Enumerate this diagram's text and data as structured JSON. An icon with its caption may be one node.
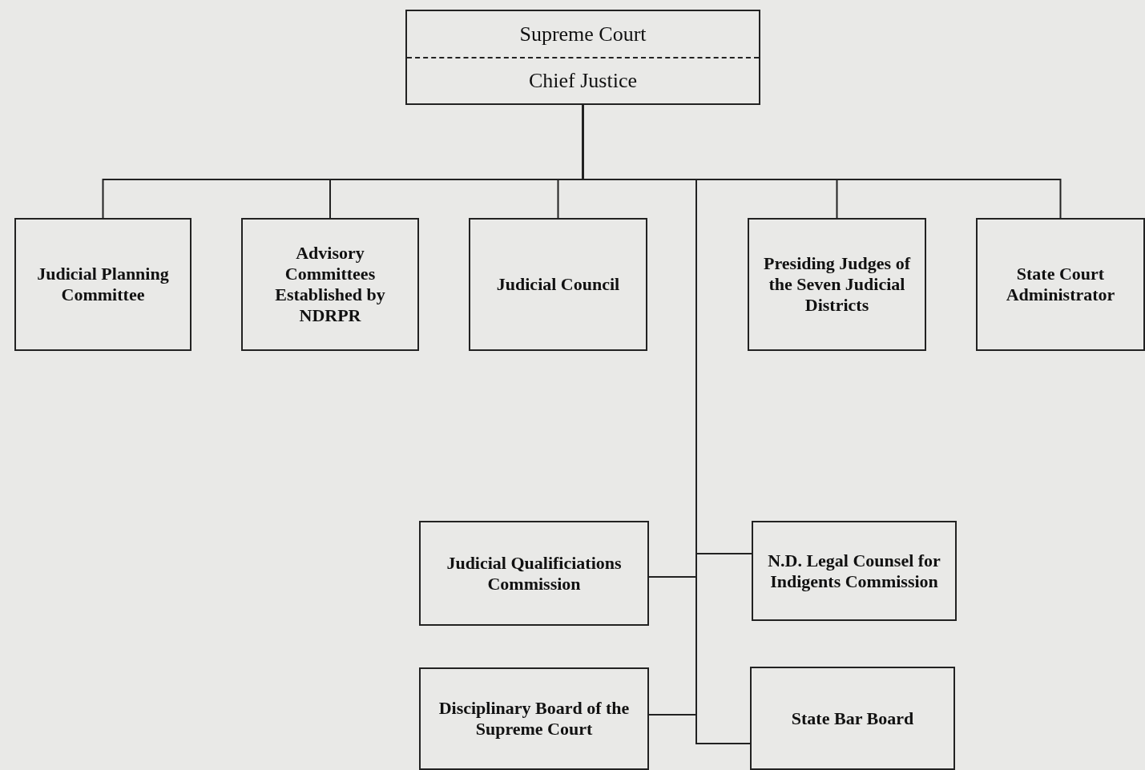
{
  "diagram": {
    "nodes": [
      {
        "text": [
          "Supreme Court",
          "Chief Justice"
        ]
      },
      {
        "text": [
          "Judicial Planning Committee"
        ]
      },
      {
        "text": [
          "Advisory Committees Established by NDRPR"
        ]
      },
      {
        "text": [
          "Judicial Council"
        ]
      },
      {
        "text": [
          "Presiding Judges of the Seven Judicial Districts"
        ]
      },
      {
        "text": [
          "State Court Administrator"
        ]
      },
      {
        "text": [
          "Judicial Qualificiations Commission"
        ]
      },
      {
        "text": [
          "N.D. Legal Counsel for Indigents Commission"
        ]
      },
      {
        "text": [
          "Disciplinary Board of the Supreme Court"
        ]
      },
      {
        "text": [
          "State Bar Board"
        ]
      }
    ],
    "edges": [
      {
        "from": 0,
        "to": 1,
        "arrow": "none"
      },
      {
        "from": 0,
        "to": 2,
        "arrow": "none"
      },
      {
        "from": 0,
        "to": 3,
        "arrow": "none"
      },
      {
        "from": 0,
        "to": 4,
        "arrow": "none"
      },
      {
        "from": 0,
        "to": 5,
        "arrow": "none"
      },
      {
        "from": 0,
        "to": 6,
        "arrow": "none"
      },
      {
        "from": 0,
        "to": 7,
        "arrow": "none"
      },
      {
        "from": 0,
        "to": 8,
        "arrow": "none"
      },
      {
        "from": 0,
        "to": 9,
        "arrow": "none"
      }
    ]
  }
}
